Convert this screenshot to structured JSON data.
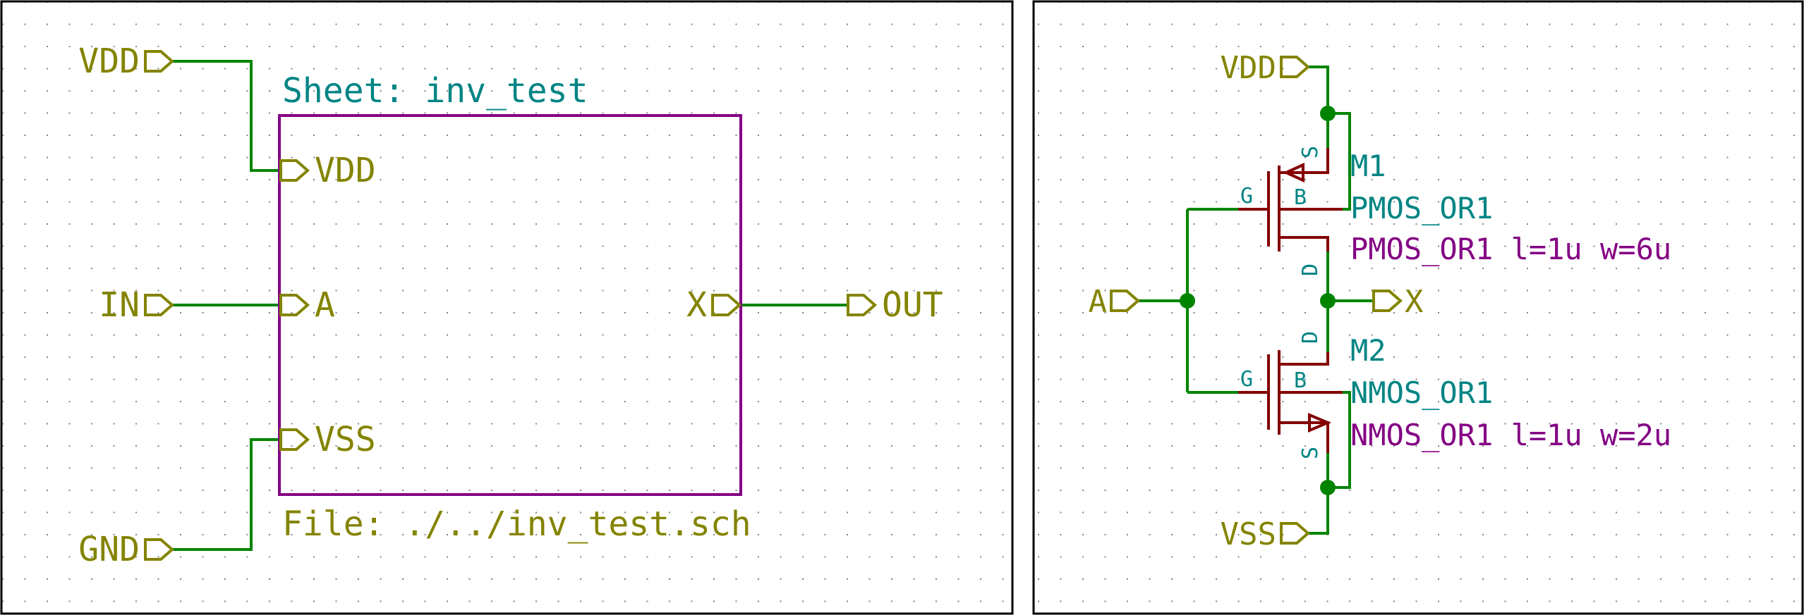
{
  "colors": {
    "wire": "#008400",
    "label": "#848400",
    "sheet": "#840084",
    "sheet_text": "#008484",
    "component": "#840000",
    "pin_text": "#008484",
    "junction": "#008400",
    "grid": "#848484",
    "frame": "#000000"
  },
  "icons": {
    "port": "hierarchical-port-icon",
    "pmos": "pmos-transistor-icon",
    "nmos": "nmos-transistor-icon",
    "junction": "junction-dot-icon"
  },
  "left": {
    "ports": {
      "vdd": "VDD",
      "in": "IN",
      "gnd": "GND",
      "out": "OUT"
    },
    "sheet": {
      "name": "Sheet: inv_test",
      "file": "File: ./../inv_test.sch",
      "pins": {
        "vdd": "VDD",
        "a": "A",
        "vss": "VSS",
        "x": "X"
      }
    }
  },
  "right": {
    "ports": {
      "vdd": "VDD",
      "a": "A",
      "x": "X",
      "vss": "VSS"
    },
    "m1": {
      "ref": "M1",
      "value": "PMOS_OR1",
      "params": "PMOS_OR1 l=1u w=6u",
      "pins": {
        "g": "G",
        "b": "B",
        "s": "S",
        "d": "D"
      }
    },
    "m2": {
      "ref": "M2",
      "value": "NMOS_OR1",
      "params": "NMOS_OR1 l=1u w=2u",
      "pins": {
        "g": "G",
        "b": "B",
        "s": "S",
        "d": "D"
      }
    }
  }
}
